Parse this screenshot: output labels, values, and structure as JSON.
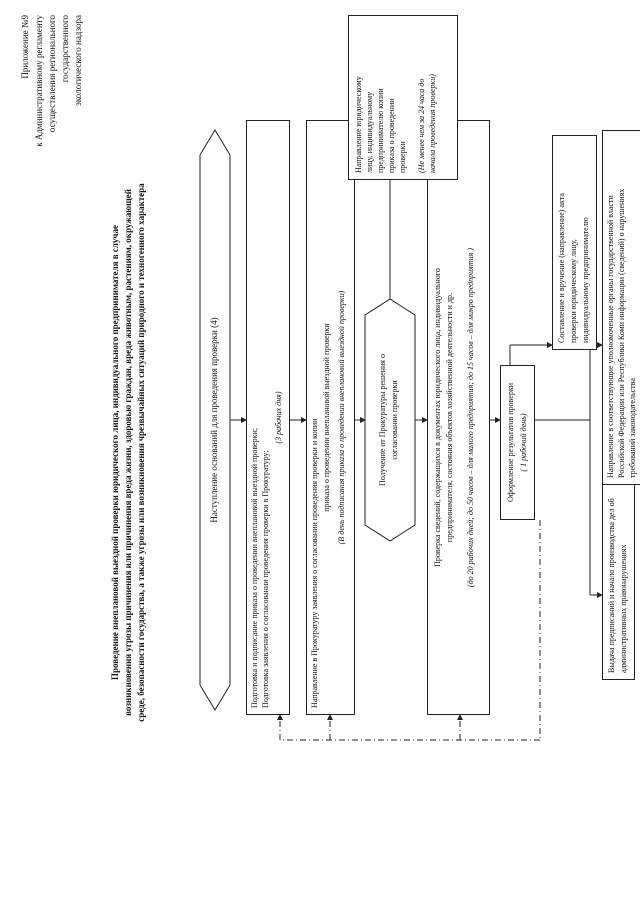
{
  "appendix": {
    "number": "Приложение №9",
    "line1": "к Административному регламенту",
    "line2": "осуществления регионального",
    "line3": "государственного",
    "line4": "экологического надзора"
  },
  "heading": {
    "line1": "Проведение внеплановой выездной проверки юридического лица, индивидуального предпринимателя в случае",
    "line2": "возникновения угрозы причинения или причинения вреда жизни, здоровью граждан, вреда животным, растениям, окружающей",
    "line3": "среде, безопасности государства, а также угрозы или возникновения чрезвычайных ситуаций природного и техногенного характера"
  },
  "boxes": {
    "b1": {
      "text": "Наступление оснований для проведения   проверки (4)"
    },
    "b2": {
      "l1": "Подготовка и подписание приказа о проведении внеплановой выездной проверки;",
      "l2": "Подготовка заявления о согласовании проведения проверки в Прокуратуру;",
      "note": "(3 рабочих дня)"
    },
    "b3": {
      "l1": "Направление в Прокуратуру заявления о согласовании проведения проверки и копии",
      "l2": "приказа о проведении внеплановой выездной проверки",
      "note": "(В день подписания приказа о проведении внеплановой выездной проверки)"
    },
    "b4": {
      "l1": "Получение от Прокуратуры решения о",
      "l2": "согласовании проверки"
    },
    "b5": {
      "l1": "Проверка сведений, содержащихся в документах юридического лица, индивидуального",
      "l2": "предпринимателя, состояния объектов хозяйственной деятельности и др.",
      "note": "(до 20 рабочих дней; до 50 часов – для малого предприятия; до 15 часов – для микро предприятия )"
    },
    "b6": {
      "l1": "Направление юридическому",
      "l2": "лицу, индивидуальному",
      "l3": "предпринимателю копии",
      "l4": "приказа о проведении",
      "l5": "проверки",
      "note1": "(Не менее чем за 24 часа до",
      "note2": "начала проведения проверки)"
    },
    "b7": {
      "l1": "Оформление результатов проверки",
      "note": "( 1 рабочий день)"
    },
    "b8": {
      "l1": "Составление и вручение (направление) акта",
      "l2": "проверки юридическому лицу,",
      "l3": "индивидуальному предпринимателю"
    },
    "b9": {
      "l1": "Выдача предписаний и начало производства дел об",
      "l2": "административных правонарушениях"
    },
    "b10": {
      "l1": "Направление в соответствующие уполномоченные органы государственной власти",
      "l2": "Российской Федерации или Республики Коми информации (сведений) о нарушениях",
      "l3": "требований законодательства"
    }
  }
}
